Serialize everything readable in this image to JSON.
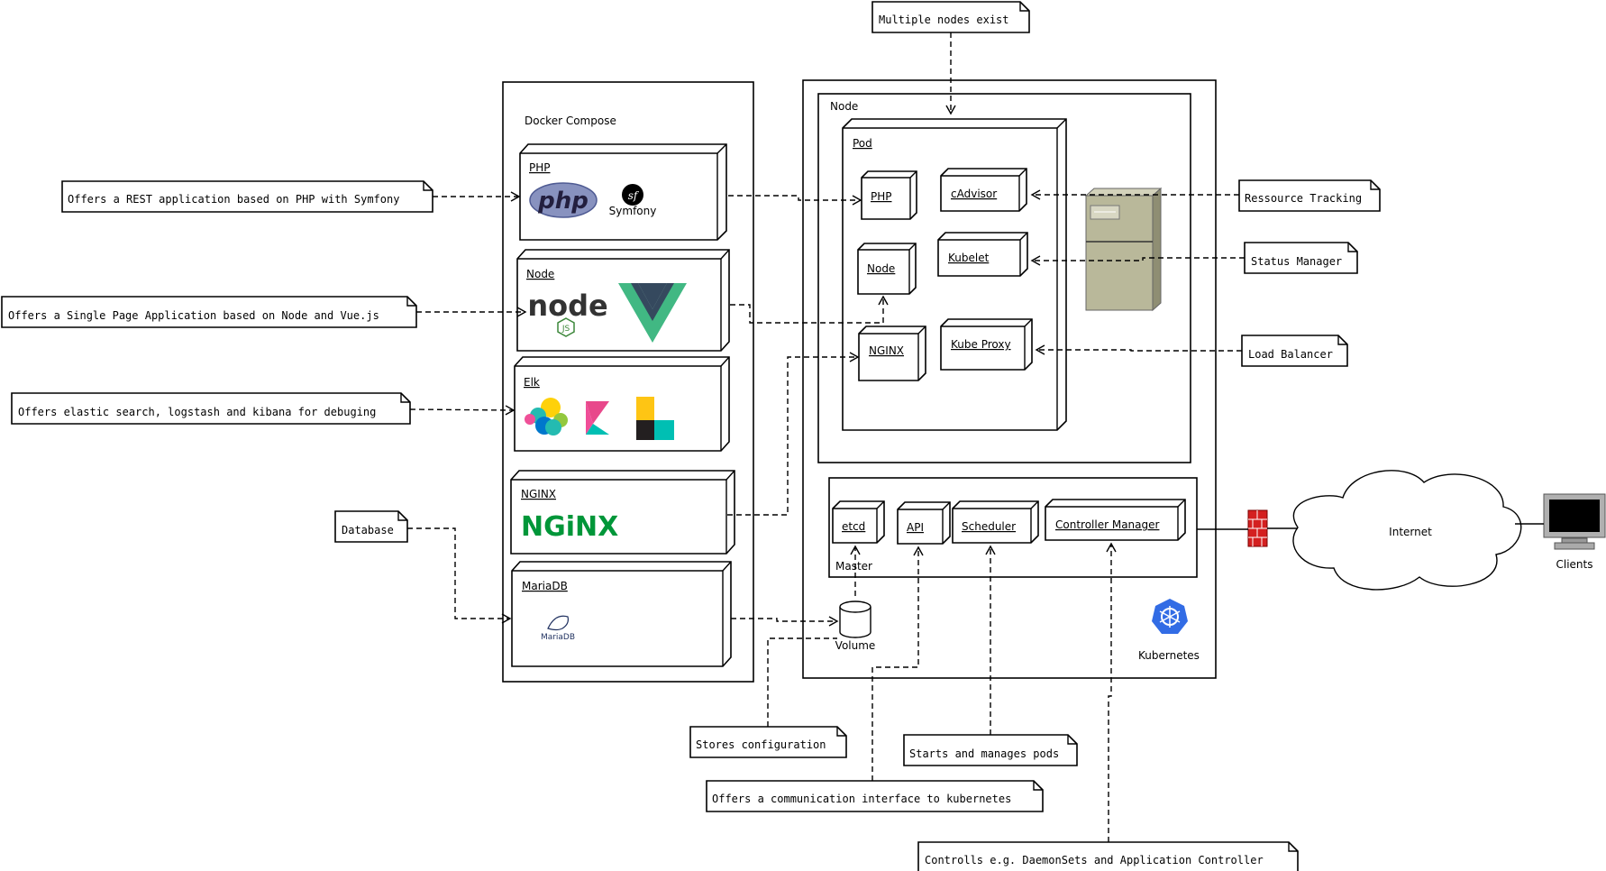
{
  "containers": {
    "docker_compose": "Docker Compose",
    "kubernetes": "Kubernetes",
    "node": "Node",
    "pod": "Pod",
    "master": "Master"
  },
  "docker_components": {
    "php": "PHP",
    "node": "Node",
    "elk": "Elk",
    "nginx": "NGINX",
    "mariadb": "MariaDB"
  },
  "logos": {
    "php": "php",
    "symfony": "Symfony",
    "node": "node",
    "nginx": "NGiNX",
    "mariadb": "MariaDB"
  },
  "pod_components": {
    "php": "PHP",
    "node": "Node",
    "nginx": "NGINX"
  },
  "node_components": {
    "cadvisor": "cAdvisor",
    "kubelet": "Kubelet",
    "kube_proxy": "Kube Proxy"
  },
  "master_components": {
    "etcd": "etcd",
    "api": "API",
    "scheduler": "Scheduler",
    "controller_manager": "Controller Manager"
  },
  "other_labels": {
    "volume": "Volume",
    "internet": "Internet",
    "clients": "Clients"
  },
  "notes": {
    "multiple_nodes": "Multiple nodes exist",
    "php_note": "Offers a REST application based on PHP with Symfony",
    "node_note": "Offers a Single Page Application based on Node and Vue.js",
    "elk_note": "Offers elastic search, logstash and kibana for debuging",
    "database": "Database",
    "resource_tracking": "Ressource Tracking",
    "status_manager": "Status Manager",
    "load_balancer": "Load Balancer",
    "stores_config": "Stores configuration",
    "starts_pods": "Starts and manages pods",
    "comm_interface": "Offers a communication interface to kubernetes",
    "controls": "Controlls e.g. DaemonSets and Application Controller"
  },
  "colors": {
    "php_logo": "#8892bf",
    "node_green": "#3c873a",
    "vue_green": "#41b883",
    "vue_dark": "#35495e",
    "nginx_green": "#009639",
    "k8s_blue": "#326ce5",
    "firewall_red": "#d42020",
    "server_body": "#b9b89a"
  },
  "icons": [
    "php-logo",
    "symfony-logo",
    "nodejs-logo",
    "vue-logo",
    "elastic-logo",
    "kibana-logo",
    "logstash-logo",
    "nginx-logo",
    "mariadb-logo",
    "kubernetes-logo",
    "server-icon",
    "firewall-icon",
    "cloud-icon",
    "monitor-icon",
    "database-cylinder-icon"
  ]
}
